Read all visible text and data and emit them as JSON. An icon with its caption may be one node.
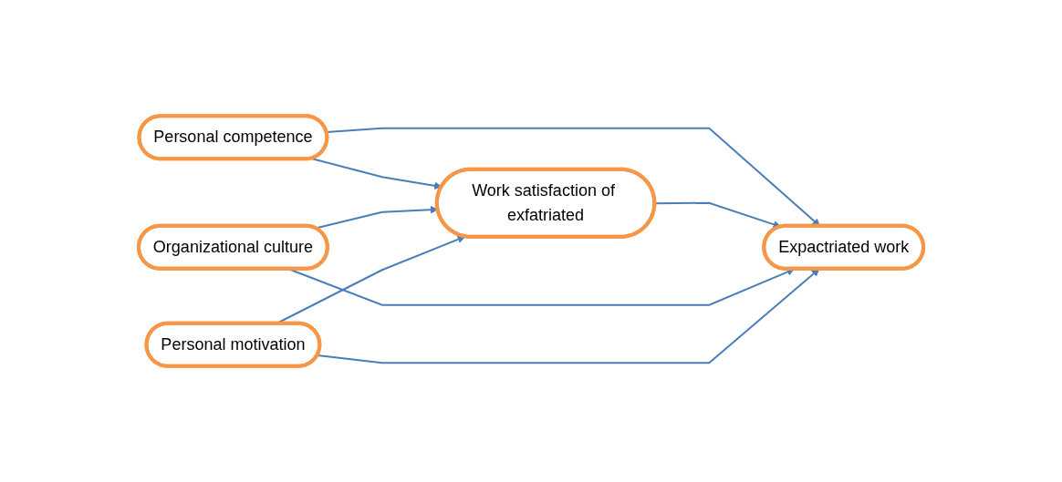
{
  "diagram": {
    "nodes": [
      {
        "text": [
          "Personal competence"
        ]
      },
      {
        "text": [
          "Work satisfaction of exfatriated"
        ]
      },
      {
        "text": [
          "Expactriated work"
        ]
      },
      {
        "text": [
          "Organizational culture"
        ]
      },
      {
        "text": [
          "Personal motivation"
        ]
      }
    ],
    "edges": [
      {
        "from": 0,
        "to": 1,
        "arrow": "to"
      },
      {
        "from": 0,
        "to": 2,
        "arrow": "to"
      },
      {
        "from": 1,
        "to": 2,
        "arrow": "to"
      },
      {
        "from": 3,
        "to": 1,
        "arrow": "to"
      },
      {
        "from": 3,
        "to": 2,
        "arrow": "to"
      },
      {
        "from": 4,
        "to": 1,
        "arrow": "to"
      },
      {
        "from": 4,
        "to": 2,
        "arrow": "to"
      }
    ]
  }
}
